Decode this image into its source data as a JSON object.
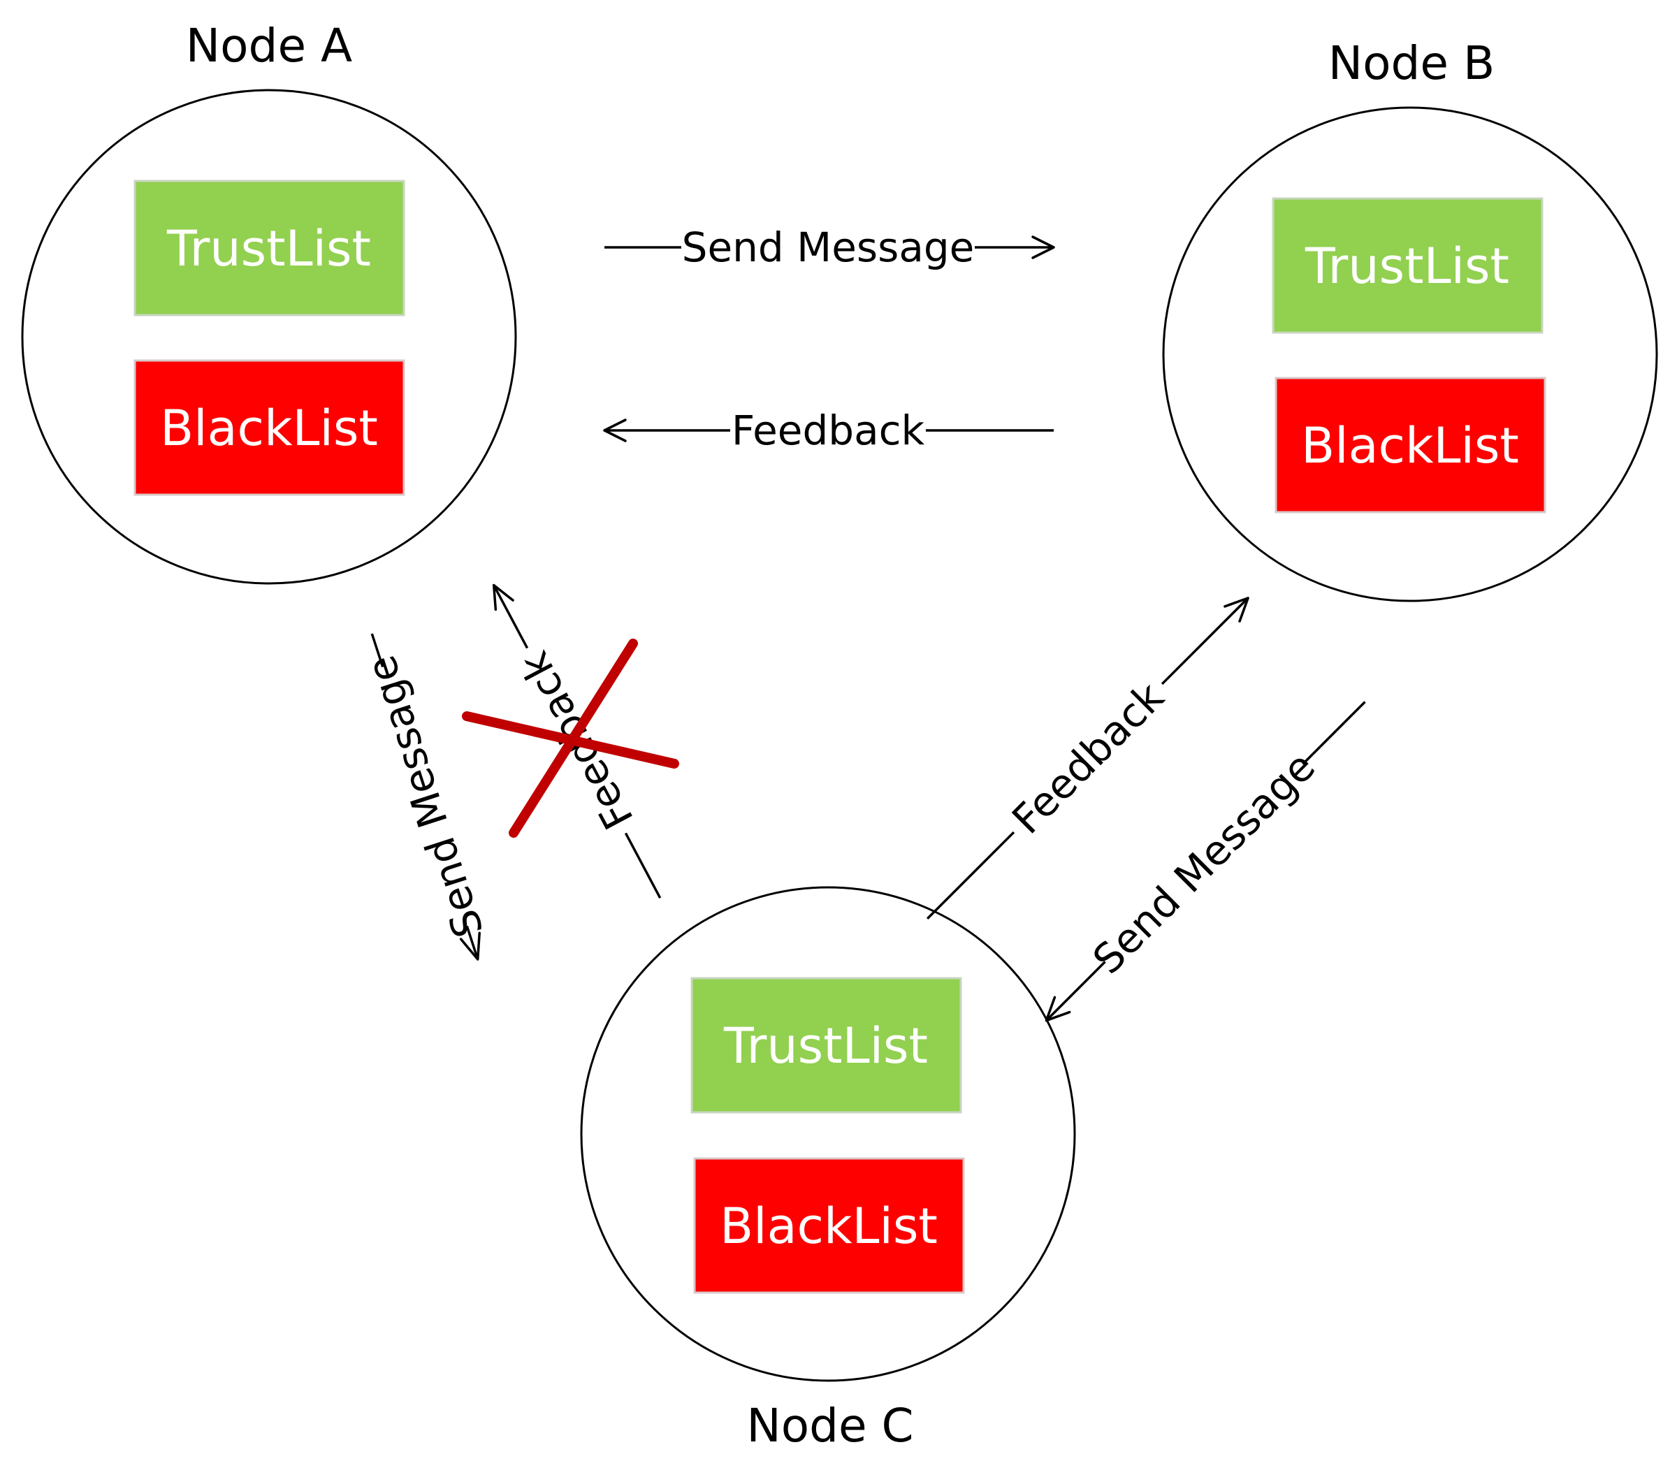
{
  "colors": {
    "trust_fill": "#92d050",
    "black_fill": "#ff0000",
    "cross": "#c00000",
    "stroke": "#000000"
  },
  "nodes": {
    "a": {
      "title": "Node A",
      "trust_label": "TrustList",
      "black_label": "BlackList"
    },
    "b": {
      "title": "Node B",
      "trust_label": "TrustList",
      "black_label": "BlackList"
    },
    "c": {
      "title": "Node C",
      "trust_label": "TrustList",
      "black_label": "BlackList"
    }
  },
  "edges": {
    "a_to_b": {
      "label": "Send Message"
    },
    "b_to_a": {
      "label": "Feedback"
    },
    "a_to_c": {
      "label": "Send Message"
    },
    "c_to_a": {
      "label": "Feedback",
      "blocked": true
    },
    "b_to_c": {
      "label": "Send Message"
    },
    "c_to_b": {
      "label": "Feedback"
    }
  },
  "icons": {
    "blocked_marker": "red-x-icon"
  }
}
